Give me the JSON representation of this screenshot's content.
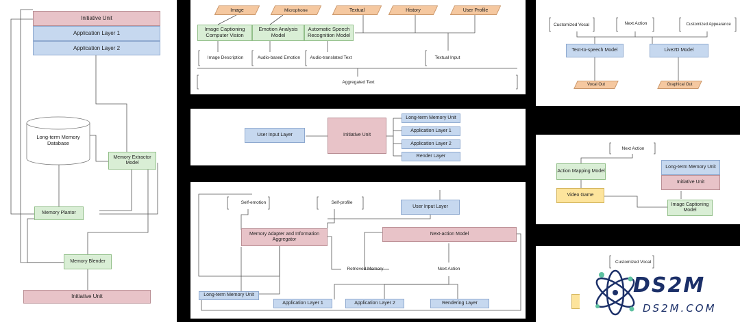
{
  "left": {
    "initiative_top": "Initiative Unit",
    "app1": "Application Layer 1",
    "app2": "Application Layer 2",
    "db": "Long-term Memory Database",
    "extractor": "Memory Extractor Model",
    "plantor": "Memory Plantor",
    "blender": "Memory Blender",
    "initiative_bottom": "Initiative Unit"
  },
  "top": {
    "inputs": [
      "Image",
      "Microphone",
      "Textual",
      "History",
      "User Profile"
    ],
    "models": [
      "Image Captioning Computer Vision",
      "Emotion Analysis Model",
      "Automatic Speech Recognition Model"
    ],
    "outputs": [
      "Image Description",
      "Audio-based Emotion",
      "Audio-translated Text",
      "Textual Input"
    ],
    "aggregated": "Aggregated Text"
  },
  "mid": {
    "user_input": "User Input Layer",
    "initiative": "Initiative Unit",
    "targets": [
      "Long-term Memory Unit",
      "Application Layer 1",
      "Application Layer 2",
      "Render Layer"
    ]
  },
  "bottom": {
    "self_emotion": "Self-emotion",
    "self_profile": "Self-profile",
    "user_input": "User Input Layer",
    "adapter": "Memory Adapter and Information Aggregator",
    "next_action_model": "Next-action Model",
    "retrieved": "Retrieved Memory",
    "next_action": "Next Action",
    "ltm": "Long-term Memory Unit",
    "app1": "Application Layer 1",
    "app2": "Application Layer 2",
    "render": "Rendering Layer"
  },
  "right1": {
    "vocal": "Customized Vocal",
    "next_action": "Next Action",
    "appearance": "Customized Appearance",
    "tts": "Text-to-speech Model",
    "live2d": "Live2D Model",
    "vocal_out": "Vocal Out",
    "graphical_out": "Graphical Out"
  },
  "right2": {
    "next_action": "Next Action",
    "action_mapping": "Action Mapping Model",
    "ltm": "Long-term Memory Unit",
    "initiative": "Initiative Unit",
    "video_game": "Video Game",
    "captioning": "Image Captioning Model"
  },
  "right3": {
    "vocal": "Customized Vocal"
  },
  "watermark": {
    "logo": "DS2M",
    "url": "DS2M.COM"
  },
  "colors": {
    "blue": "#c6d8ef",
    "pink": "#e8c3c8",
    "green": "#d9eed5",
    "orange": "#f5c8a0",
    "yellow": "#fde49c"
  }
}
